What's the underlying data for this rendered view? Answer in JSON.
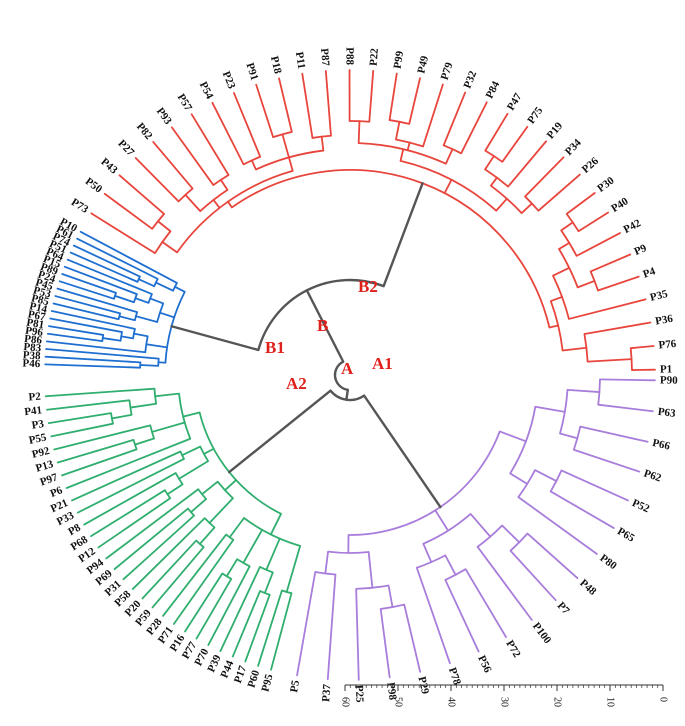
{
  "colors": {
    "B1": "#1f6fd1",
    "B2": "#e8453c",
    "A1": "#a87ddb",
    "A2": "#2fae6e",
    "backbone": "#555555",
    "clade_label": "#e0201b"
  },
  "clade_labels": [
    "A",
    "A1",
    "A2",
    "B",
    "B1",
    "B2"
  ],
  "groups": [
    {
      "id": "B2",
      "leaves": [
        "P1",
        "P76",
        "P36",
        "P35",
        "P4",
        "P9",
        "P42",
        "P40",
        "P30",
        "P26",
        "P34",
        "P19",
        "P75",
        "P47",
        "P84",
        "P32",
        "P79",
        "P49",
        "P99",
        "P22",
        "P88",
        "P87",
        "P11",
        "P18",
        "P91",
        "P23",
        "P54",
        "P57",
        "P93",
        "P82",
        "P27",
        "P43",
        "P50",
        "P73"
      ]
    },
    {
      "id": "B1",
      "leaves": [
        "P10",
        "P61",
        "P74",
        "P51",
        "P64",
        "P15",
        "P89",
        "P24",
        "P45",
        "P53",
        "P85",
        "P14",
        "P67",
        "P81",
        "P96",
        "P86",
        "P83",
        "P38",
        "P46"
      ]
    },
    {
      "id": "A2",
      "leaves": [
        "P2",
        "P41",
        "P3",
        "P55",
        "P92",
        "P13",
        "P97",
        "P6",
        "P21",
        "P33",
        "P8",
        "P68",
        "P12",
        "P94",
        "P69",
        "P31",
        "P58",
        "P20",
        "P59",
        "P28",
        "P71",
        "P16",
        "P77",
        "P70",
        "P39",
        "P44",
        "P17",
        "P60",
        "P95"
      ]
    },
    {
      "id": "A1",
      "leaves": [
        "P5",
        "P37",
        "P25",
        "P98",
        "P29",
        "P78",
        "P56",
        "P72",
        "P100",
        "P7",
        "P48",
        "P80",
        "P65",
        "P52",
        "P62",
        "P66",
        "P63",
        "P90"
      ]
    }
  ],
  "scale": {
    "ticks": [
      "0",
      "10",
      "20",
      "30",
      "40",
      "50",
      "60"
    ]
  }
}
